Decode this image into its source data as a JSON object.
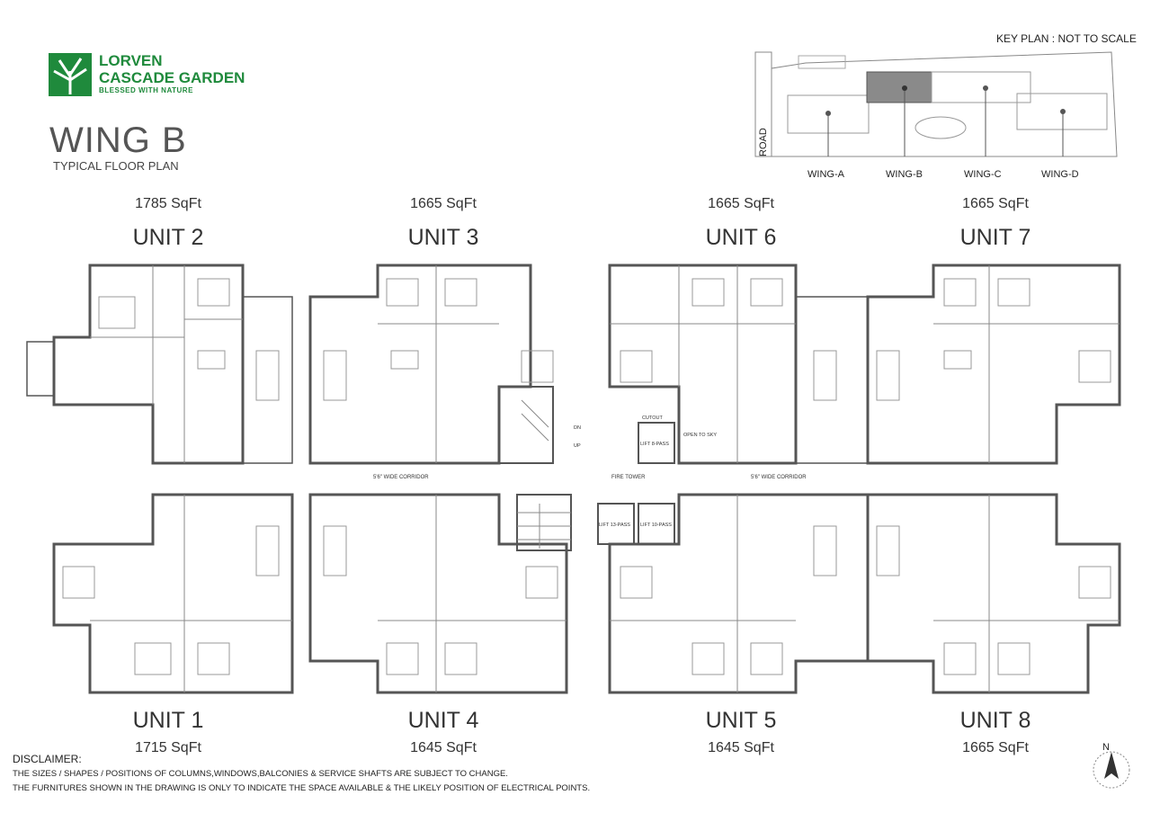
{
  "brand": {
    "name_line1": "LORVEN",
    "name_line2": "CASCADE GARDEN",
    "tagline": "BLESSED WITH NATURE",
    "color": "#1f8a3c"
  },
  "header": {
    "title": "WING B",
    "subtitle": "TYPICAL FLOOR PLAN"
  },
  "key_plan": {
    "label": "KEY PLAN : NOT TO SCALE",
    "road_label": "ROAD",
    "wings": [
      "WING-A",
      "WING-B",
      "WING-C",
      "WING-D"
    ]
  },
  "units_top": [
    {
      "name": "UNIT 2",
      "area": "1785 SqFt"
    },
    {
      "name": "UNIT 3",
      "area": "1665 SqFt"
    },
    {
      "name": "UNIT 6",
      "area": "1665 SqFt"
    },
    {
      "name": "UNIT 7",
      "area": "1665 SqFt"
    }
  ],
  "units_bottom": [
    {
      "name": "UNIT 1",
      "area": "1715 SqFt"
    },
    {
      "name": "UNIT 4",
      "area": "1645 SqFt"
    },
    {
      "name": "UNIT 5",
      "area": "1645 SqFt"
    },
    {
      "name": "UNIT 8",
      "area": "1665 SqFt"
    }
  ],
  "core": {
    "corridor_left": "5'6\" WIDE CORRIDOR",
    "corridor_right": "5'6\" WIDE CORRIDOR",
    "fire_tower": "FIRE TOWER",
    "lift_8": "LIFT 8-PASS",
    "lift_13": "LIFT 13-PASS",
    "lift_10": "LIFT 10-PASS",
    "cutout": "CUTOUT",
    "open_to_sky": "OPEN TO SKY",
    "up": "UP",
    "dn": "DN"
  },
  "disclaimer": {
    "title": "DISCLAIMER:",
    "line1": "THE SIZES / SHAPES / POSITIONS OF COLUMNS,WINDOWS,BALCONIES & SERVICE SHAFTS ARE SUBJECT TO CHANGE.",
    "line2": "THE FURNITURES SHOWN IN THE DRAWING IS ONLY TO INDICATE THE SPACE AVAILABLE & THE LIKELY POSITION OF ELECTRICAL POINTS."
  },
  "compass": {
    "label": "N"
  },
  "colors": {
    "wall": "#555555",
    "brand": "#1f8a3c",
    "wing_highlight": "#888888"
  }
}
